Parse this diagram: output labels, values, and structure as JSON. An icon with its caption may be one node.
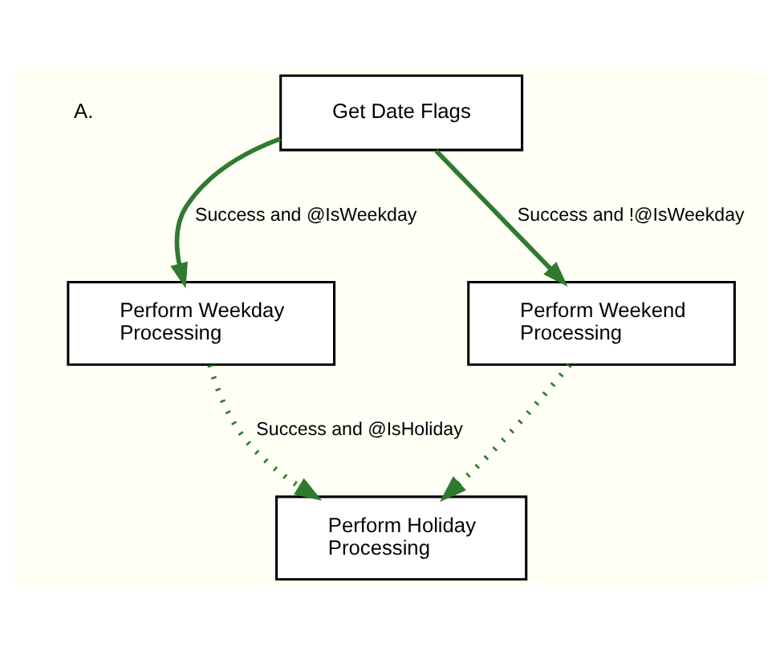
{
  "diagram": {
    "nodes": [
      {
        "text": [
          "Get Date Flags"
        ]
      },
      {
        "text": [
          "Perform Weekday Processing"
        ]
      },
      {
        "text": [
          "Perform Weekend Processing"
        ]
      },
      {
        "text": [
          "Perform Holiday Processing"
        ]
      }
    ],
    "edges": [
      {
        "from": 0,
        "to": 1,
        "arrow": "to",
        "label": "Success and @IsWeekday"
      },
      {
        "from": 0,
        "to": 2,
        "arrow": "to",
        "label": "Success and !@IsWeekday"
      },
      {
        "from": 1,
        "to": 3,
        "arrow": "to",
        "style": "dashed",
        "label": "Success and @IsHoliday"
      },
      {
        "from": 2,
        "to": 3,
        "arrow": "to",
        "style": "dashed"
      }
    ],
    "labels": [
      "A."
    ]
  }
}
